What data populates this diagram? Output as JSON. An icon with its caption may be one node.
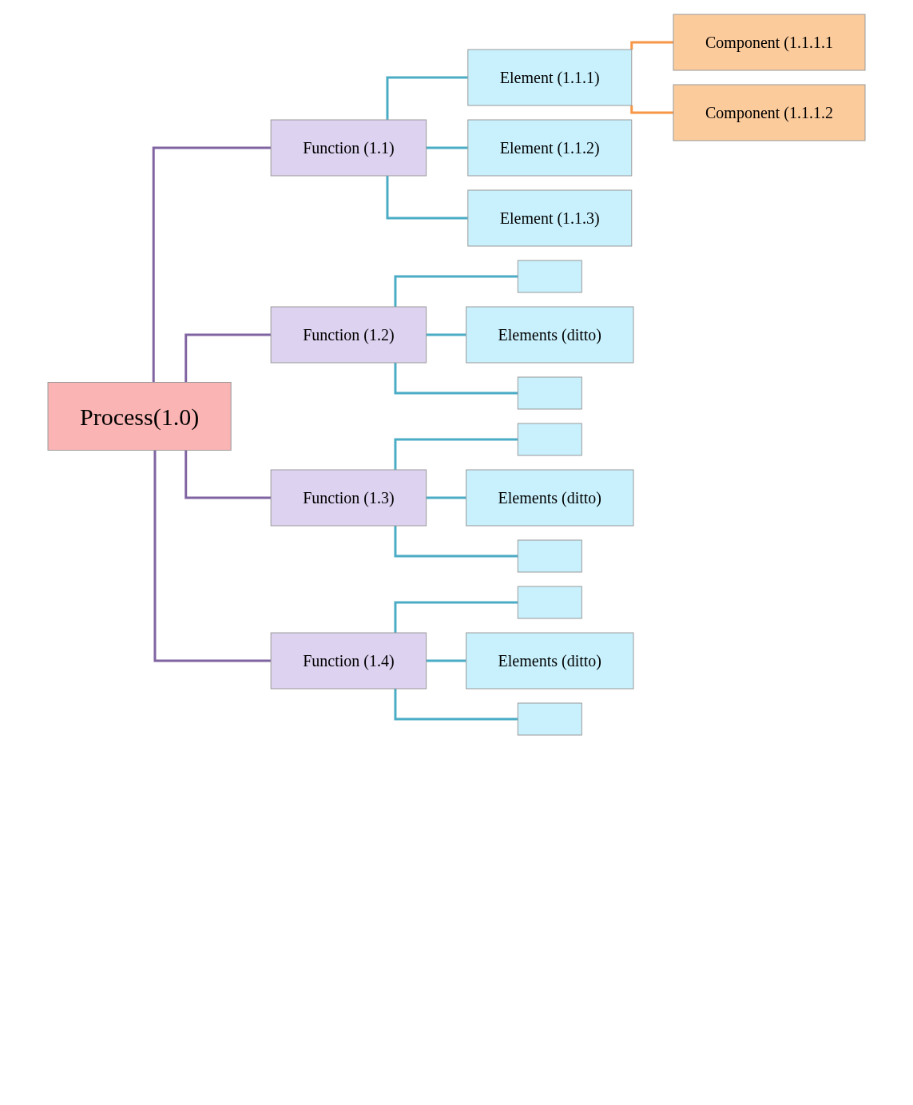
{
  "diagram": {
    "nodes": [
      {
        "text": [
          "Process(1.0)"
        ]
      },
      {
        "text": [
          "Function (1.1)"
        ]
      },
      {
        "text": [
          "Element (1.1.1)"
        ]
      },
      {
        "text": [
          "Component (1.1.1.1"
        ]
      },
      {
        "text": [
          "Component (1.1.1.2"
        ]
      },
      {
        "text": [
          "Element (1.1.2)"
        ]
      },
      {
        "text": [
          "Element (1.1.3)"
        ]
      },
      {
        "text": [
          "Function (1.2)"
        ]
      },
      {
        "text": [],
        "shape": "box"
      },
      {
        "text": [
          "Elements (ditto)"
        ]
      },
      {
        "text": [],
        "shape": "box"
      },
      {
        "text": [
          "Function (1.3)"
        ]
      },
      {
        "text": [],
        "shape": "box"
      },
      {
        "text": [
          "Elements (ditto)"
        ]
      },
      {
        "text": [],
        "shape": "box"
      },
      {
        "text": [
          "Function (1.4)"
        ]
      },
      {
        "text": [],
        "shape": "box"
      },
      {
        "text": [
          "Elements (ditto)"
        ]
      },
      {
        "text": [],
        "shape": "box"
      }
    ],
    "edges": [
      {
        "from": 0,
        "to": 1,
        "arrow": "none",
        "color": "#8064a2"
      },
      {
        "from": 1,
        "to": 2,
        "arrow": "none"
      },
      {
        "from": 2,
        "to": 3,
        "arrow": "none",
        "color": "#f79646"
      },
      {
        "from": 2,
        "to": 4,
        "arrow": "none",
        "color": "#f79646"
      },
      {
        "from": 1,
        "to": 5,
        "arrow": "none"
      },
      {
        "from": 1,
        "to": 6,
        "arrow": "none"
      },
      {
        "from": 0,
        "to": 7,
        "arrow": "none",
        "color": "#8064a2"
      },
      {
        "from": 7,
        "to": 8,
        "arrow": "none"
      },
      {
        "from": 7,
        "to": 9,
        "arrow": "none"
      },
      {
        "from": 7,
        "to": 10,
        "arrow": "none"
      },
      {
        "from": 0,
        "to": 11,
        "arrow": "none",
        "color": "#8064a2"
      },
      {
        "from": 11,
        "to": 12,
        "arrow": "none"
      },
      {
        "from": 11,
        "to": 13,
        "arrow": "none"
      },
      {
        "from": 11,
        "to": 14,
        "arrow": "none"
      },
      {
        "from": 0,
        "to": 15,
        "arrow": "none",
        "color": "#8064a2"
      },
      {
        "from": 15,
        "to": 16,
        "arrow": "none"
      },
      {
        "from": 15,
        "to": 17,
        "arrow": "none"
      },
      {
        "from": 15,
        "to": 18,
        "arrow": "none"
      }
    ]
  }
}
